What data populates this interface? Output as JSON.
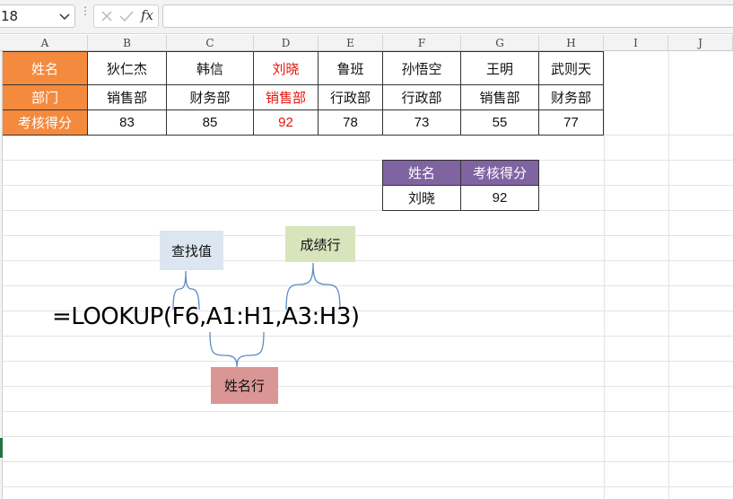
{
  "formula_bar": {
    "name_box": "18",
    "cancel_icon": "x-icon",
    "enter_icon": "check-icon",
    "fx_label": "fx",
    "formula": ""
  },
  "columns": [
    "A",
    "B",
    "C",
    "D",
    "E",
    "F",
    "G",
    "H",
    "I",
    "J"
  ],
  "table": {
    "rows": [
      [
        "姓名",
        "狄仁杰",
        "韩信",
        "刘晓",
        "鲁班",
        "孙悟空",
        "王明",
        "武则天"
      ],
      [
        "部门",
        "销售部",
        "财务部",
        "销售部",
        "行政部",
        "行政部",
        "销售部",
        "财务部"
      ],
      [
        "考核得分",
        "83",
        "85",
        "92",
        "78",
        "73",
        "55",
        "77"
      ]
    ],
    "highlight_column": "D",
    "header_color": "#f48a3e",
    "highlight_text_color": "#e8120c"
  },
  "lookup_result": {
    "headers": [
      "姓名",
      "考核得分"
    ],
    "values": [
      "刘晓",
      "92"
    ],
    "header_color": "#8064a2"
  },
  "annotation": {
    "formula": "=LOOKUP(F6,A1:H1,A3:H3)",
    "lookup_value_label": "查找值",
    "result_row_label": "成绩行",
    "name_row_label": "姓名行",
    "lookup_value_color": "#dce6f1",
    "result_row_color": "#d8e4bc",
    "name_row_color": "#da9694"
  }
}
